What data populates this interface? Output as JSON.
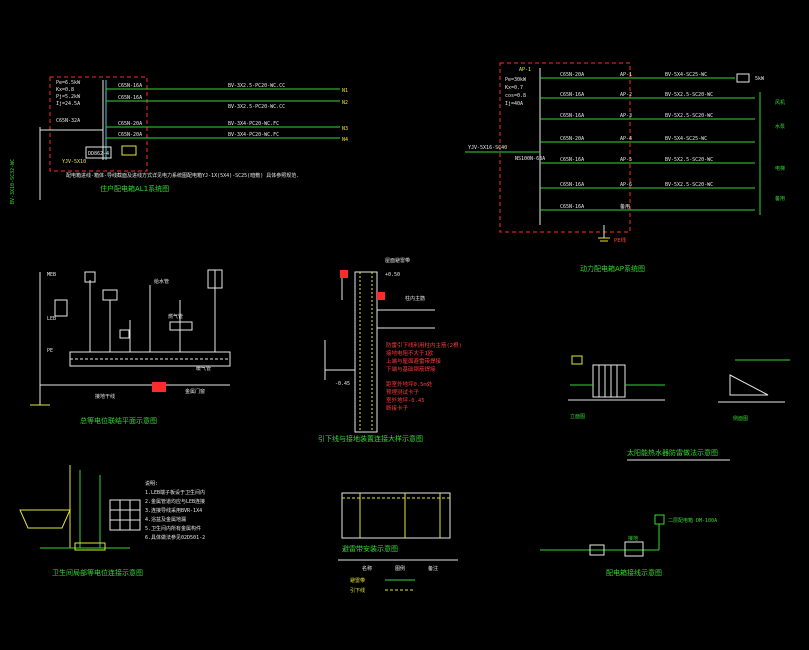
{
  "palette": {
    "background": "#000000",
    "white": "#e8e8e8",
    "green": "#35d635",
    "yellow": "#e6e63a",
    "red": "#ff2a2a",
    "cyan": "#3ad3e6"
  },
  "panel_tl": {
    "caption": "住户配电箱AL1系统图",
    "note": "配电箱进线-箱体-导线截面及进线方式详见电力系统图配电箱YJ-1X(5X4)-SC25(暗敷) 具体参照规范.",
    "feeders": [
      {
        "breaker": "C65N-16A",
        "cable": "BV-3X2.5-PC20-WC.CC",
        "code": "N1"
      },
      {
        "breaker": "C65N-16A",
        "cable": "BV-3X2.5-PC20-WC.CC",
        "code": "N2"
      },
      {
        "breaker": "C65N-20A",
        "cable": "BV-3X4-PC20-WC.FC",
        "code": "N3"
      },
      {
        "breaker": "C65N-20A",
        "cable": "BV-3X4-PC20-WC.FC",
        "code": "N4"
      }
    ],
    "incoming": "YJV-5X10",
    "meter": "DD862-4",
    "vert_label": "BV-3X10-SC32-WC",
    "labels": [
      "Pe=6.5kW",
      "Kx=0.8",
      "Pj=5.2kW",
      "Ij=24.5A",
      "C65N-32A"
    ]
  },
  "panel_tr": {
    "caption": "动力配电箱AP系统图",
    "title_label": "AP-1",
    "breaker_label": "NS100N-63A",
    "ground_label": "PE线",
    "incoming": "YJV-5X16-SC40",
    "feeders": [
      {
        "breaker": "C65N-20A",
        "code": "AP-1",
        "cable": "BV-5X4-SC25-WC"
      },
      {
        "breaker": "C65N-16A",
        "code": "AP-2",
        "cable": "BV-5X2.5-SC20-WC"
      },
      {
        "breaker": "C65N-16A",
        "code": "AP-3",
        "cable": "BV-5X2.5-SC20-WC"
      },
      {
        "breaker": "C65N-20A",
        "code": "AP-4",
        "cable": "BV-5X4-SC25-WC"
      },
      {
        "breaker": "C65N-16A",
        "code": "AP-5",
        "cable": "BV-5X2.5-SC20-WC"
      },
      {
        "breaker": "C65N-16A",
        "code": "AP-6",
        "cable": "BV-5X2.5-SC20-WC"
      },
      {
        "breaker": "C65N-16A",
        "code": "备用",
        "cable": ""
      }
    ],
    "right_labels": [
      "风机",
      "水泵",
      "电梯",
      "备用"
    ],
    "kw_label": "5kW",
    "misc_labels": [
      "Pe=30kW",
      "Kx=0.7",
      "cos=0.8",
      "Ij=40A"
    ]
  },
  "panel_ml": {
    "caption": "总等电位联结平面示意图",
    "labels": [
      "MEB",
      "LEB",
      "PE",
      "接地干线",
      "给水管",
      "燃气管",
      "暖气管",
      "金属门窗"
    ]
  },
  "panel_mc": {
    "caption": "引下线与接地装置连接大样示意图",
    "red_notes": [
      "防雷引下线利用柱内主筋(2根)",
      "接地电阻不大于1欧",
      "上端与屋面避雷带焊接",
      "下端与基础钢筋焊接",
      "距室外地坪0.5m处",
      "预埋测试卡子",
      "室外地坪-0.45",
      "断接卡子"
    ],
    "white_labels": [
      "-0.45",
      "+0.50",
      "屋面避雷带",
      "柱内主筋"
    ]
  },
  "panel_mr": {
    "caption": "太阳能热水器防雷做法示意图",
    "left_label": "立面图",
    "right_label": "侧面图"
  },
  "panel_bl": {
    "caption": "卫生间局部等电位连接示意图",
    "notes": [
      "说明:",
      "1.LEB端子板设于卫生间内",
      "2.金属管道均应与LEB连接",
      "3.连接导线采用BVR-1X4",
      "4.浴盆及金属地漏",
      "5.卫生间内所有金属构件",
      "6.具体做法参见02D501-2"
    ]
  },
  "panel_bc": {
    "caption": "避雷带安装示意图",
    "legend_head": [
      "名称",
      "图例",
      "备注"
    ],
    "legend_rows": [
      [
        "避雷带",
        "",
        ""
      ],
      [
        "引下线",
        "",
        ""
      ]
    ]
  },
  "panel_br": {
    "caption": "配电箱接线示意图",
    "label": "二层配电箱 DM-100A",
    "label_b": "接地"
  }
}
